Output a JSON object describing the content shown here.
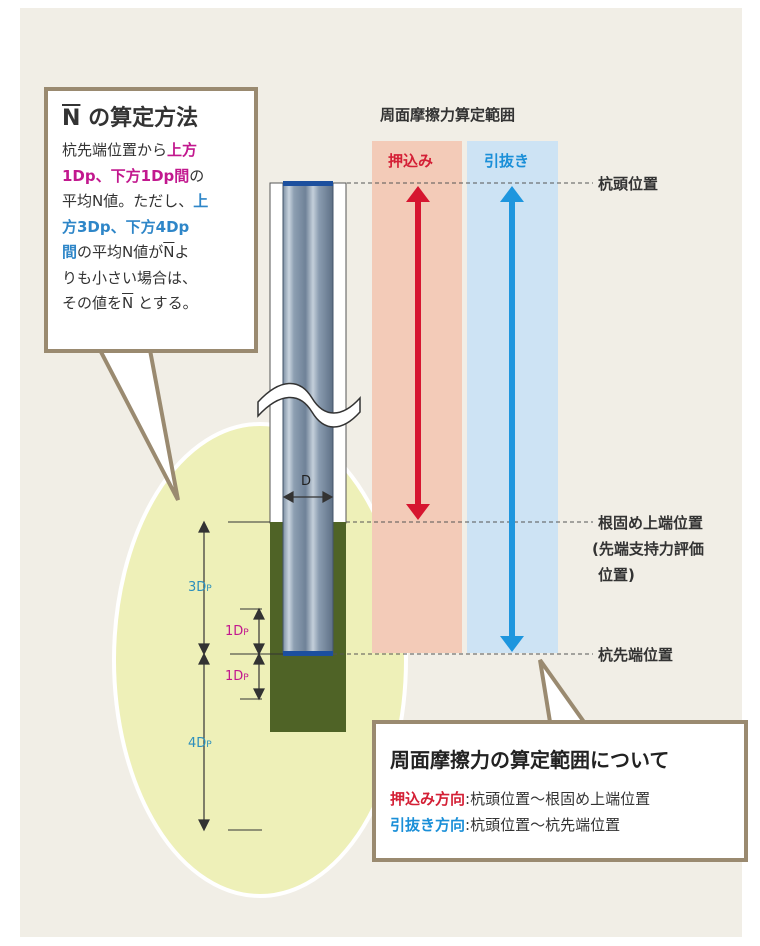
{
  "colors": {
    "panel_bg": "#f1eee6",
    "callout_border": "#9a8a70",
    "push_band": "#f3cbb8",
    "pull_band": "#cde3f4",
    "push_arrow": "#d6152f",
    "pull_arrow": "#1e96de",
    "soil": "#4f6326",
    "ellipse": "#eef0b8",
    "dim_text": "#2c8fbd",
    "magenta": "#c2188e"
  },
  "left_callout": {
    "n_symbol": "N",
    "title_suffix": " の算定方法",
    "l1a": "杭先端位置から",
    "l1b": "上方",
    "l2a": "1Dp、下方1Dp間",
    "l2b": "の",
    "l3a": "平均N値。ただし、",
    "l3b": "上",
    "l4": "方3Dp、下方4Dp",
    "l5a": "間",
    "l5b": "の平均N値が",
    "l5n": "N",
    "l5c": "よ",
    "l6": "りも小さい場合は、",
    "l7a": "その値を",
    "l7n": "N",
    "l7b": " とする。"
  },
  "header": {
    "range_title": "周面摩擦力算定範囲",
    "push_label": "押込み",
    "pull_label": "引抜き"
  },
  "labels": {
    "pile_head": "杭頭位置",
    "root_top": "根固め上端位置",
    "root_top_note1": "(先端支持力評価",
    "root_top_note2": "位置)",
    "pile_tip": "杭先端位置"
  },
  "dimensions": {
    "diameter": "D",
    "d3": "3D",
    "d1_up": "1D",
    "d1_down": "1D",
    "d4": "4D",
    "sub": "P"
  },
  "right_callout": {
    "title": "周面摩擦力の算定範囲について",
    "push_dir": "押込み方向",
    "push_range": ":杭頭位置～根固め上端位置",
    "pull_dir": "引抜き方向",
    "pull_range": ":杭頭位置～杭先端位置"
  }
}
